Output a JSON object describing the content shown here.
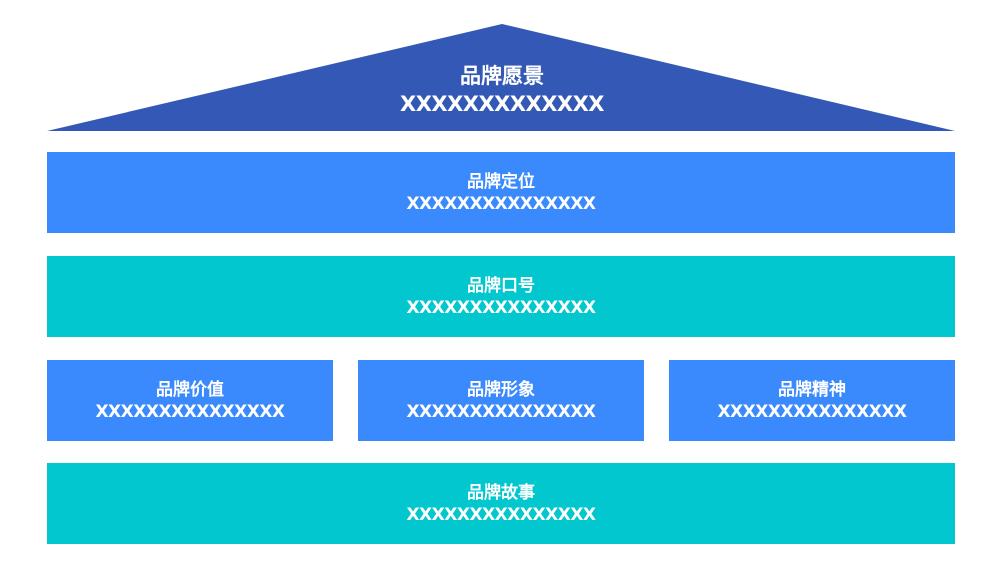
{
  "vision": {
    "title": "品牌愿景",
    "text": "XXXXXXXXXXXXX"
  },
  "positioning": {
    "title": "品牌定位",
    "text": "XXXXXXXXXXXXXXX"
  },
  "slogan": {
    "title": "品牌口号",
    "text": "XXXXXXXXXXXXXXX"
  },
  "pillars": [
    {
      "title": "品牌价值",
      "text": "XXXXXXXXXXXXXXX"
    },
    {
      "title": "品牌形象",
      "text": "XXXXXXXXXXXXXXX"
    },
    {
      "title": "品牌精神",
      "text": "XXXXXXXXXXXXXXX"
    }
  ],
  "story": {
    "title": "品牌故事",
    "text": "XXXXXXXXXXXXXXX"
  },
  "colors": {
    "roof": "#3358b5",
    "blue": "#3a8afd",
    "teal": "#02c7ce"
  }
}
